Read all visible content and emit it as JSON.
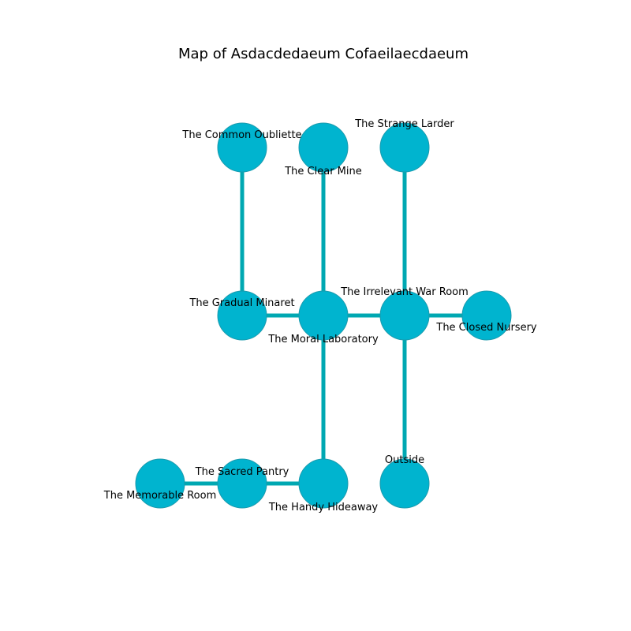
{
  "title": "Map of Asdacdedaeum Cofaeilaecdaeum",
  "colors": {
    "node_fill": "#00b4cf",
    "node_stroke": "#1a9aad",
    "edge": "#00a8b2",
    "background": "#ffffff",
    "text": "#000000"
  },
  "rooms": [
    {
      "id": "common-oubliette",
      "name": "The Common Oubliette"
    },
    {
      "id": "clear-mine",
      "name": "The Clear Mine"
    },
    {
      "id": "strange-larder",
      "name": "The Strange Larder"
    },
    {
      "id": "gradual-minaret",
      "name": "The Gradual Minaret"
    },
    {
      "id": "moral-laboratory",
      "name": "The Moral Laboratory"
    },
    {
      "id": "irrelevant-war-room",
      "name": "The Irrelevant War Room"
    },
    {
      "id": "closed-nursery",
      "name": "The Closed Nursery"
    },
    {
      "id": "memorable-room",
      "name": "The Memorable Room"
    },
    {
      "id": "sacred-pantry",
      "name": "The Sacred Pantry"
    },
    {
      "id": "handy-hideaway",
      "name": "The Handy Hideaway"
    },
    {
      "id": "outside",
      "name": "Outside"
    }
  ],
  "connections": [
    [
      "common-oubliette",
      "gradual-minaret"
    ],
    [
      "clear-mine",
      "moral-laboratory"
    ],
    [
      "strange-larder",
      "irrelevant-war-room"
    ],
    [
      "gradual-minaret",
      "moral-laboratory"
    ],
    [
      "moral-laboratory",
      "irrelevant-war-room"
    ],
    [
      "irrelevant-war-room",
      "closed-nursery"
    ],
    [
      "moral-laboratory",
      "handy-hideaway"
    ],
    [
      "irrelevant-war-room",
      "outside"
    ],
    [
      "memorable-room",
      "sacred-pantry"
    ],
    [
      "sacred-pantry",
      "handy-hideaway"
    ]
  ]
}
